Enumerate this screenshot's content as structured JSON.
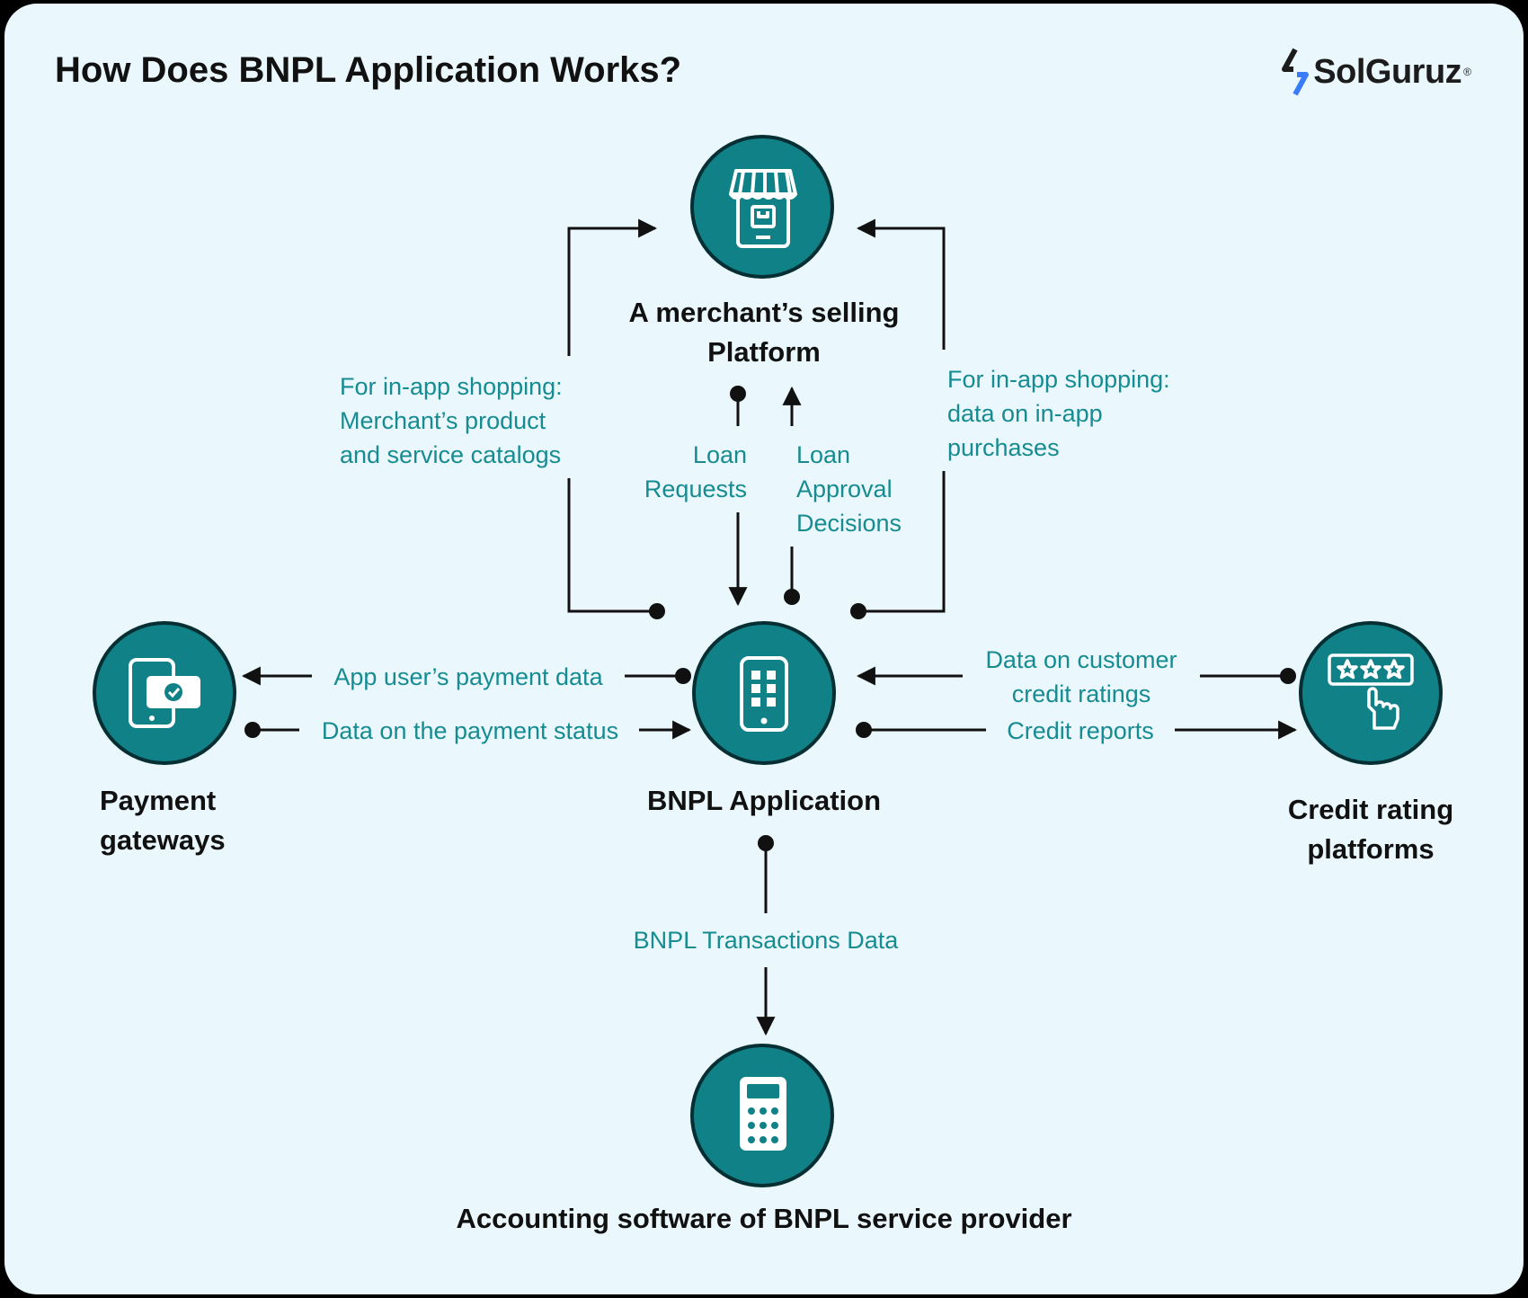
{
  "title": "How Does BNPL Application Works?",
  "logo": {
    "text": "SolGuruz",
    "mark": "®"
  },
  "colors": {
    "node": "#118188",
    "node_border": "#062f33",
    "flow_text": "#168c92",
    "background": "#eaf8fd"
  },
  "nodes": {
    "merchant": {
      "line1": "A merchant’s selling",
      "line2": "Platform",
      "icon": "storefront-icon"
    },
    "bnpl": {
      "label": "BNPL Application",
      "icon": "smartphone-apps-icon"
    },
    "payment": {
      "line1": "Payment",
      "line2": "gateways",
      "icon": "mobile-payment-icon"
    },
    "credit": {
      "line1": "Credit rating",
      "line2": "platforms",
      "icon": "star-rating-icon"
    },
    "accounting": {
      "label": "Accounting software of BNPL service provider",
      "icon": "calculator-icon"
    }
  },
  "flows": {
    "catalogs": {
      "line1": "For in-app shopping:",
      "line2": "Merchant’s product",
      "line3": "and service catalogs"
    },
    "purchases": {
      "line1": "For in-app shopping:",
      "line2": "data on in-app",
      "line3": "purchases"
    },
    "loan_requests": {
      "line1": "Loan",
      "line2": "Requests"
    },
    "loan_approval": {
      "line1": "Loan",
      "line2": "Approval",
      "line3": "Decisions"
    },
    "payment_data": "App user’s payment data",
    "payment_status": "Data on the payment status",
    "credit_ratings": {
      "line1": "Data on customer",
      "line2": "credit ratings"
    },
    "credit_reports": "Credit reports",
    "transactions": "BNPL Transactions Data"
  }
}
